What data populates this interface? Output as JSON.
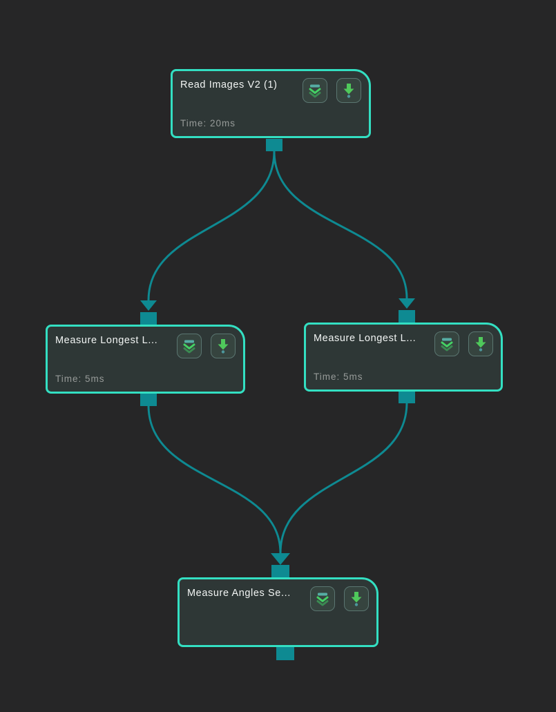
{
  "canvas": {
    "background_color": "#262627"
  },
  "colors": {
    "node_border": "#33dfc2",
    "node_background": "#2e3736",
    "connector": "#0e8a92",
    "title_text": "#f2f5f4",
    "time_text": "#979b99",
    "button_background": "#36443f",
    "button_border": "#5b7671",
    "icon_bar_teal": "#56aea4",
    "icon_chevron_bright_green": "#44d164",
    "icon_chevron_dim_green": "#3b8a52",
    "icon_arrow_green": "#4fc95b",
    "icon_arrow_dot_teal": "#4d989c"
  },
  "nodes": [
    {
      "title": "Read Images V2 (1)",
      "time_label": "Time: 20ms",
      "buttons": {
        "expand": "double-chevron-down-icon",
        "run": "arrow-down-icon"
      }
    },
    {
      "title": "Measure Longest L...",
      "time_label": "Time: 5ms",
      "buttons": {
        "expand": "double-chevron-down-icon",
        "run": "arrow-down-icon"
      }
    },
    {
      "title": "Measure Longest L...",
      "time_label": "Time: 5ms",
      "buttons": {
        "expand": "double-chevron-down-icon",
        "run": "arrow-down-icon"
      }
    },
    {
      "title": "Measure Angles Se...",
      "time_label": "",
      "buttons": {
        "expand": "double-chevron-down-icon",
        "run": "arrow-down-icon"
      }
    }
  ],
  "edges": [
    {
      "from": "node-read-images",
      "to": "node-measure-longest-1"
    },
    {
      "from": "node-read-images",
      "to": "node-measure-longest-2"
    },
    {
      "from": "node-measure-longest-1",
      "to": "node-measure-angles"
    },
    {
      "from": "node-measure-longest-2",
      "to": "node-measure-angles"
    }
  ]
}
